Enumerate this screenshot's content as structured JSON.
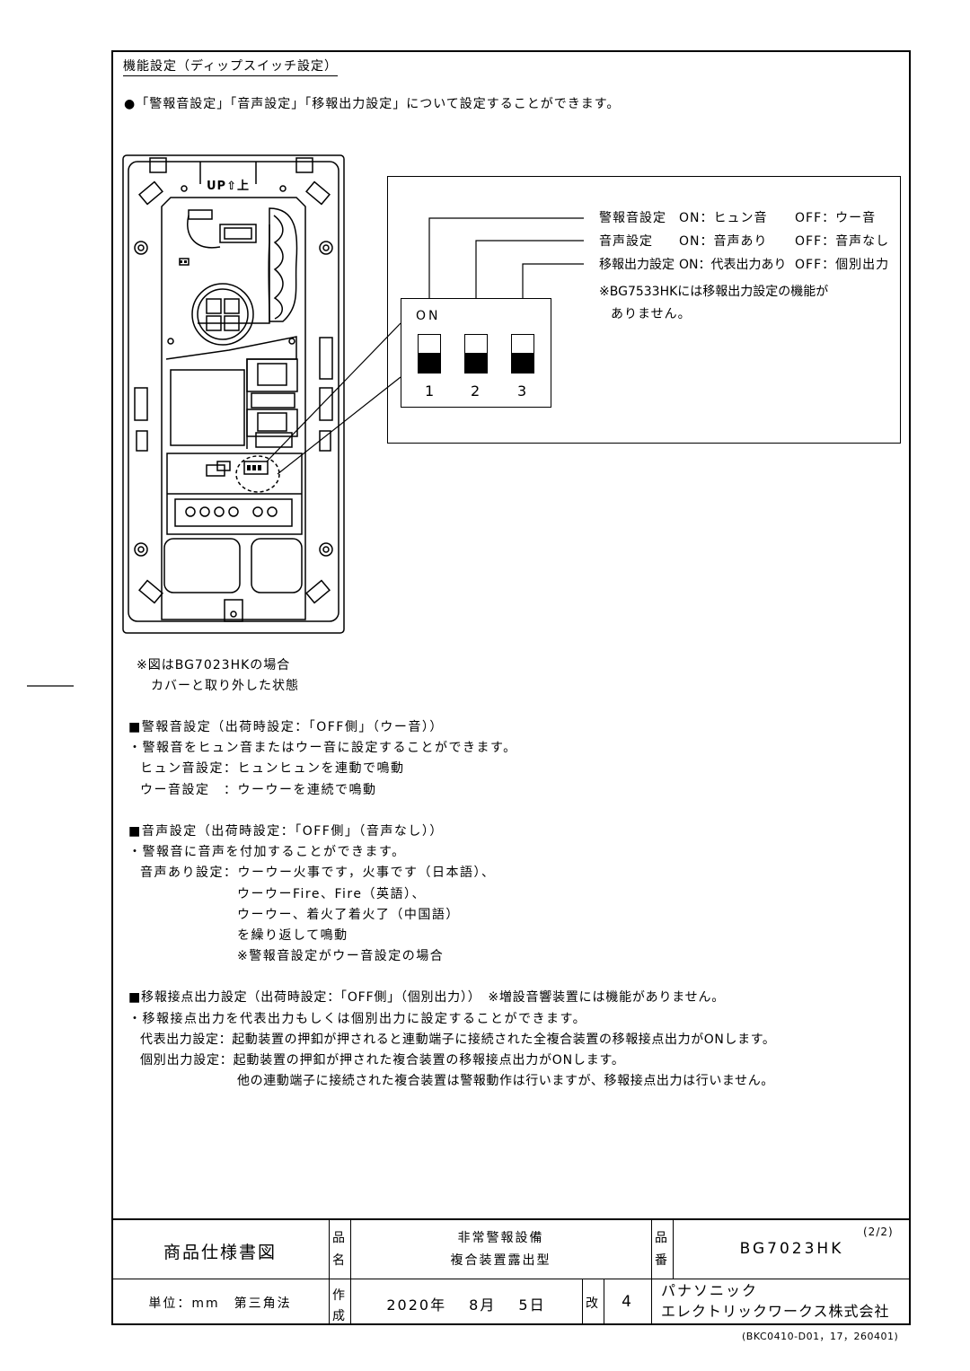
{
  "section": {
    "title": "機能設定（ディップスイッチ設定）",
    "intro": "●「警報音設定」「音声設定」「移報出力設定」について設定することができます。"
  },
  "detail": {
    "rows": [
      {
        "label": "警報音設定",
        "on": "ON：ヒュン音",
        "off": "OFF：ウー音"
      },
      {
        "label": "音声設定",
        "on": "ON：音声あり",
        "off": "OFF：音声なし"
      },
      {
        "label": "移報出力設定",
        "on": "ON：代表出力あり",
        "off": "OFF：個別出力"
      }
    ],
    "note_line1": "※BG7533HKには移報出力設定の機能が",
    "note_line2": "ありません。",
    "on_label": "ON",
    "switch_numbers": [
      "1",
      "2",
      "3"
    ]
  },
  "device": {
    "up_label": "UP⇧上"
  },
  "figure_note": {
    "line1": "※図はBG7023HKの場合",
    "line2": "カバーと取り外した状態"
  },
  "alarm": {
    "heading": "■警報音設定（出荷時設定：「OFF側」（ウー音））",
    "line1": "・警報音をヒュン音またはウー音に設定することができます。",
    "line2": "ヒュン音設定：ヒュンヒュンを連動で鳴動",
    "line3": "ウー音設定　：ウーウーを連続で鳴動"
  },
  "voice": {
    "heading": "■音声設定（出荷時設定：「OFF側」（音声なし））",
    "line1": "・警報音に音声を付加することができます。",
    "line2": "音声あり設定：ウーウー火事です，火事です（日本語）、",
    "line3": "ウーウーFire、Fire（英語）、",
    "line4": "ウーウー、着火了着火了（中国語）",
    "line5": "を繰り返して鳴動",
    "line6": "※警報音設定がウー音設定の場合"
  },
  "relay": {
    "heading": "■移報接点出力設定（出荷時設定：「OFF側」（個別出力））　※増設音響装置には機能がありません。",
    "line1": "・移報接点出力を代表出力もしくは個別出力に設定することができます。",
    "line2": "代表出力設定：起動装置の押釦が押されると連動端子に接続された全複合装置の移報接点出力がONします。",
    "line3": "個別出力設定：起動装置の押釦が押された複合装置の移報接点出力がONします。",
    "line4": "他の連動端子に接続された複合装置は警報動作は行いますが、移報接点出力は行いません。"
  },
  "title_block": {
    "doc_type": "商品仕様書図",
    "name_label_1": "品",
    "name_label_2": "名",
    "product_name_1": "非常警報設備",
    "product_name_2": "複合装置露出型",
    "number_label_1": "品",
    "number_label_2": "番",
    "page": "(2/2)",
    "model": "BG7023HK",
    "unit": "単位：mm　第三角法",
    "made_label_1": "作",
    "made_label_2": "成",
    "date": "2020年　 8月　 5日",
    "rev_label": "改",
    "rev": "4",
    "company_1": "パナソニック",
    "company_2": "エレクトリックワークス株式会社",
    "doc_code": "(BKC0410-D01，17，260401)"
  }
}
